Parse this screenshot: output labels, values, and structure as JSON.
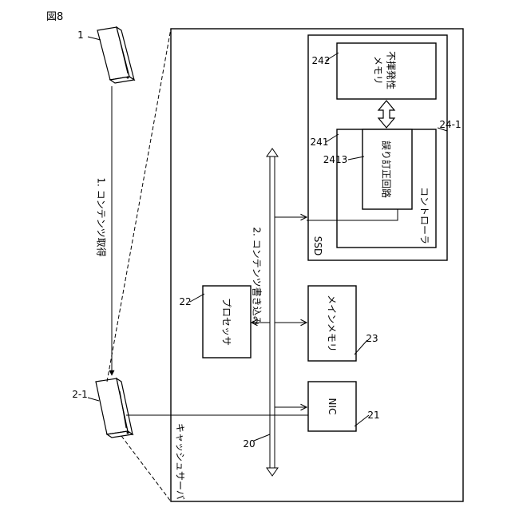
{
  "figure_label": "図8",
  "devices": {
    "top_ref": "1",
    "cache_server_ref": "2-1"
  },
  "arrows": {
    "acquire_label": "1. コンテンツ取得",
    "write_label": "2. コンテンツ書き込み"
  },
  "cache_server": {
    "label": "キャッシュサーバ",
    "bus_ref": "20"
  },
  "blocks": {
    "processor": {
      "label": "プロセッサ",
      "ref": "22"
    },
    "main_memory": {
      "label": "メインメモリ",
      "ref": "23"
    },
    "nic": {
      "label": "NIC",
      "ref": "21"
    }
  },
  "ssd": {
    "label": "SSD",
    "ref": "24-1",
    "nonvolatile_memory": {
      "label_line1": "不揮発性",
      "label_line2": "メモリ",
      "ref": "242"
    },
    "controller": {
      "label": "コントローラ",
      "ref": "241"
    },
    "ecc": {
      "label": "誤り訂正回路",
      "ref": "2413"
    }
  }
}
